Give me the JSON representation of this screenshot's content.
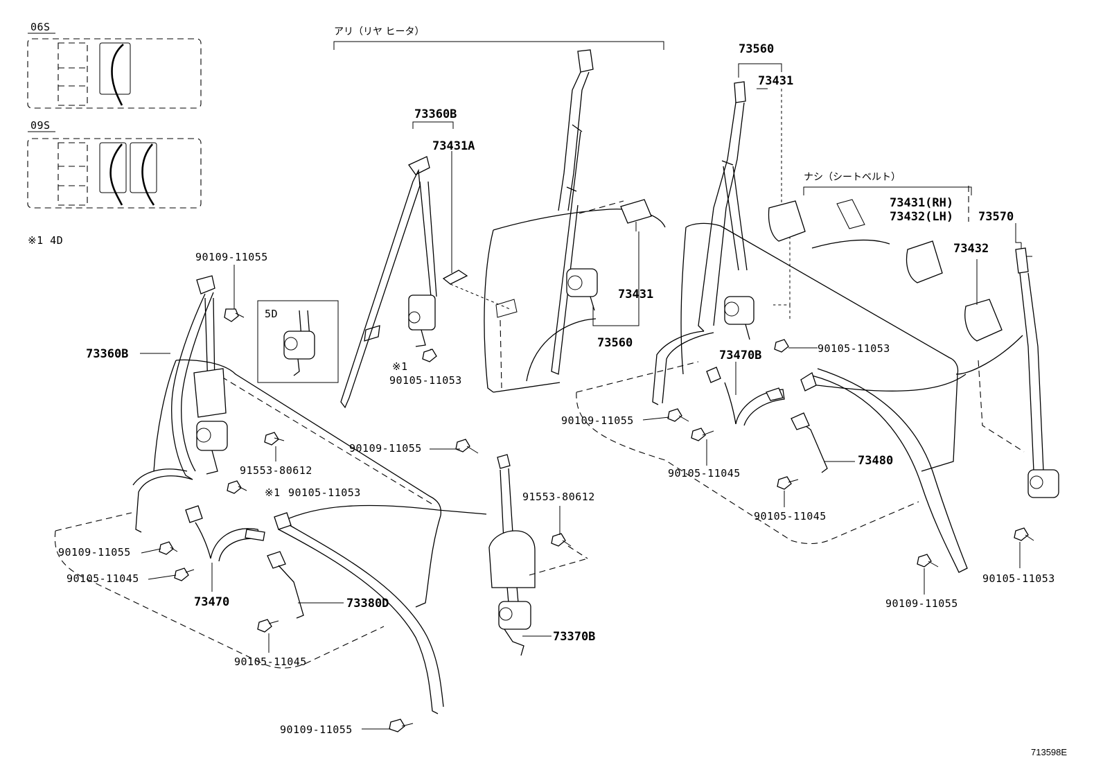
{
  "variants": {
    "v06s": "06S",
    "v09s": "09S",
    "note": "※1  4D",
    "inset_5d": "5D"
  },
  "headers": {
    "with_heater": "アリ（リヤ ヒータ）",
    "without_belt": "ナシ（シートベルト）"
  },
  "labels": {
    "p73360B_top": "73360B",
    "p73431A": "73431A",
    "p73560_top": "73560",
    "p73431_top": "73431",
    "p73431_mid": "73431",
    "p73560_mid": "73560",
    "p73431_rh": "73431(RH)",
    "p73432_lh": "73432(LH)",
    "p73570": "73570",
    "p73432": "73432",
    "p73360B_left": "73360B",
    "p73470B": "73470B",
    "p73480": "73480",
    "p73470": "73470",
    "p73380D": "73380D",
    "p73370B": "73370B",
    "b90109_11055_a": "90109-11055",
    "b90105_11053_a": "90105-11053",
    "mark1_a": "※1",
    "b90105_11053_b": "90105-11053",
    "b91553_80612_a": "91553-80612",
    "b90105_11053_c": "90105-11053",
    "mark1_b": "※1",
    "b90109_11055_b": "90109-11055",
    "b91553_80612_b": "91553-80612",
    "b90109_11055_c": "90109-11055",
    "b90105_11045_a": "90105-11045",
    "b90105_11045_b": "90105-11045",
    "b90109_11055_d": "90109-11055",
    "b90109_11055_e": "90109-11055",
    "b90105_11045_c": "90105-11045",
    "b90105_11045_d": "90105-11045",
    "b90109_11055_f": "90109-11055",
    "b90105_11053_d": "90105-11053"
  },
  "figure_id": "713598E"
}
